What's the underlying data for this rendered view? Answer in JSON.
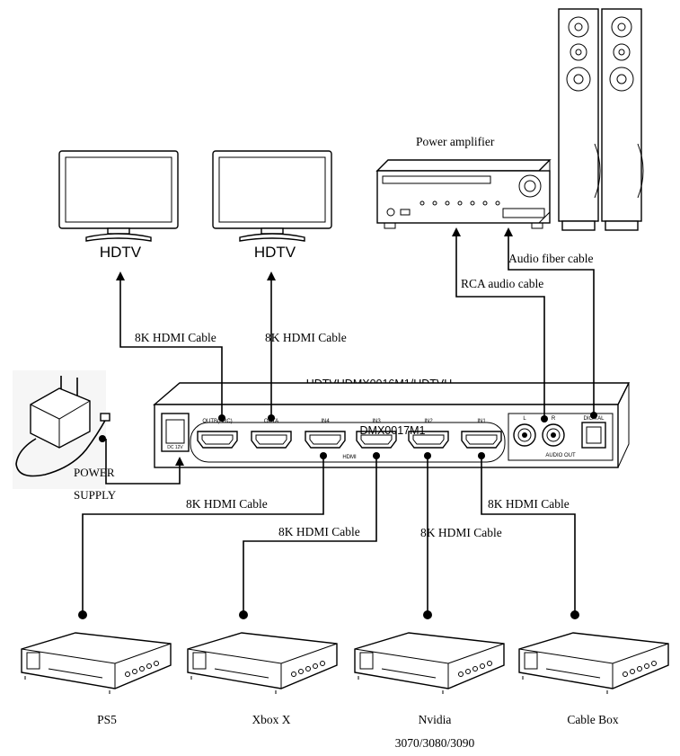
{
  "device": {
    "model": "HDTVHDMX0016M1/HDTVH",
    "model2": "DMX0017M1",
    "port_labels": {
      "out_b": "OUTB(ARC)",
      "out_a": "OUTA",
      "in4": "IN4",
      "in3": "IN3",
      "in2": "IN2",
      "in1": "IN1",
      "hdmi": "HDMI",
      "left": "L",
      "right": "R",
      "digital": "DIGITAL",
      "audio_out": "AUDIO OUT",
      "dc": "DC 12V"
    }
  },
  "displays": {
    "tv1": "HDTV",
    "tv2": "HDTV"
  },
  "amplifier": {
    "label": "Power amplifier"
  },
  "cables": {
    "tv1": "8K HDMI Cable",
    "tv2": "8K HDMI Cable",
    "rca": "RCA audio cable",
    "fiber": "Audio fiber cable",
    "ps5": "8K HDMI Cable",
    "xbox": "8K HDMI Cable",
    "nvidia": "8K HDMI Cable",
    "cablebox": "8K HDMI Cable"
  },
  "power": {
    "line1": "POWER",
    "line2": "SUPPLY"
  },
  "sources": {
    "ps5": "PS5",
    "xbox": "Xbox X",
    "nvidia": "Nvidia",
    "nvidia_sub": "3070/3080/3090",
    "cablebox": "Cable Box"
  }
}
